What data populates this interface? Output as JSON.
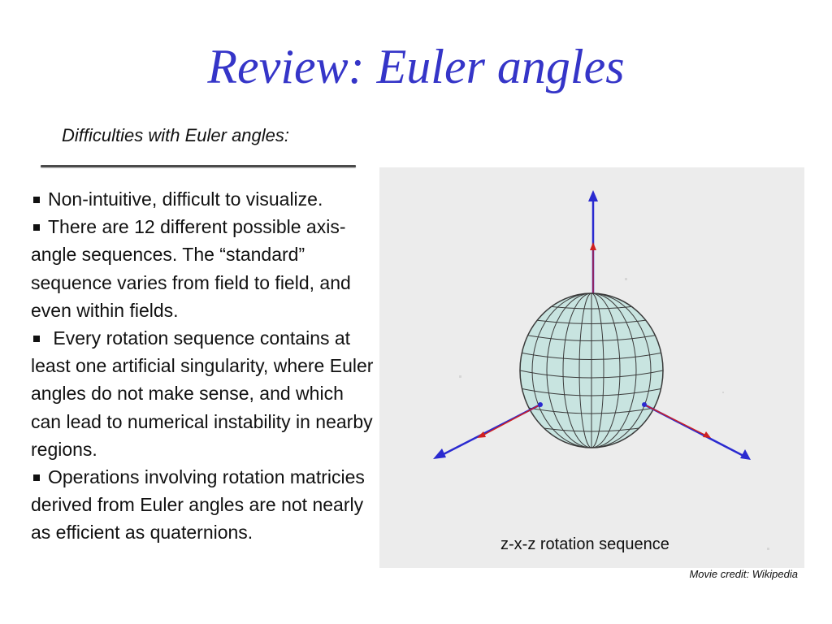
{
  "slide": {
    "title": "Review: Euler angles",
    "subtitle": "Difficulties with Euler angles:",
    "bullets": [
      "Non-intuitive, difficult to visualize.",
      "There are 12 different possible axis-angle sequences.  The “standard” sequence varies from field to field, and even within fields.",
      " Every rotation sequence contains at least one artificial singularity, where Euler angles do not make sense, and which can lead to numerical instability in nearby regions.",
      "Operations involving rotation matricies derived from Euler angles are not nearly as efficient as quaternions."
    ],
    "figure": {
      "caption": "z-x-z rotation sequence",
      "credit": "Movie credit: Wikipedia",
      "sphere_fill": "#c8e4e0",
      "blue_axis_color": "#2a2ad0",
      "red_axis_color": "#d02020",
      "background": "#ececec"
    }
  }
}
